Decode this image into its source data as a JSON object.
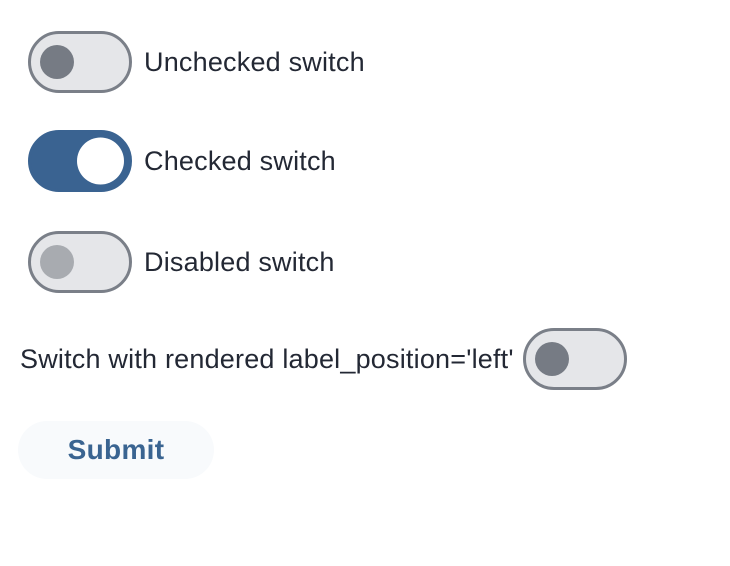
{
  "colors": {
    "primary": "#3A6391",
    "track_off": "#E5E6E9",
    "track_border": "#7A7F88",
    "knob_off": "#767B84",
    "knob_disabled": "#A8ABB0",
    "knob_on": "#FFFFFF",
    "label_text": "#232834",
    "button_bg": "#F8FAFC",
    "button_text": "#3A6491",
    "page_bg": "#FFFFFF"
  },
  "switches": [
    {
      "label": "Unchecked switch",
      "state": "unchecked",
      "label_position": "right"
    },
    {
      "label": "Checked switch",
      "state": "checked",
      "label_position": "right"
    },
    {
      "label": "Disabled switch",
      "state": "disabled",
      "label_position": "right"
    },
    {
      "label": "Switch with rendered label_position='left'",
      "state": "unchecked",
      "label_position": "left"
    }
  ],
  "button": {
    "label": "Submit"
  }
}
